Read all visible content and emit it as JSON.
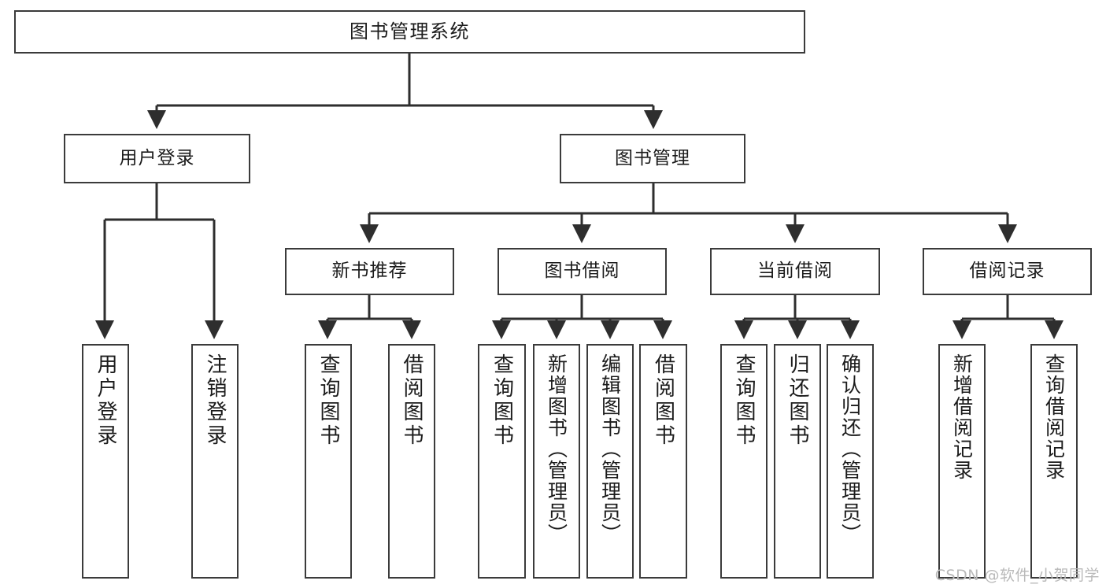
{
  "diagram": {
    "title": "图书管理系统",
    "type": "tree",
    "colors": {
      "box_border": "#3b3b3b",
      "box_fill": "#ffffff",
      "connector": "#2e2e2e",
      "text": "#1b1b1b",
      "watermark": "#b9b9b9",
      "background": "#ffffff"
    },
    "levels": {
      "root": {
        "label": "图书管理系统"
      },
      "level2": [
        {
          "id": "user-login",
          "label": "用户登录"
        },
        {
          "id": "book-manage",
          "label": "图书管理"
        }
      ],
      "level3": [
        {
          "id": "new-book-rec",
          "label": "新书推荐",
          "parent": "book-manage"
        },
        {
          "id": "book-borrow",
          "label": "图书借阅",
          "parent": "book-manage"
        },
        {
          "id": "current-borrow",
          "label": "当前借阅",
          "parent": "book-manage"
        },
        {
          "id": "borrow-record",
          "label": "借阅记录",
          "parent": "book-manage"
        }
      ],
      "leaves": [
        {
          "id": "leaf-user-login",
          "label": "用户登录",
          "parent": "user-login"
        },
        {
          "id": "leaf-logout-login",
          "label": "注销登录",
          "parent": "user-login"
        },
        {
          "id": "leaf-query-book-1",
          "label": "查询图书",
          "parent": "new-book-rec"
        },
        {
          "id": "leaf-borrow-book-1",
          "label": "借阅图书",
          "parent": "new-book-rec"
        },
        {
          "id": "leaf-query-book-2",
          "label": "查询图书",
          "parent": "book-borrow"
        },
        {
          "id": "leaf-add-book",
          "label": "新增图书（管理员）",
          "parent": "book-borrow"
        },
        {
          "id": "leaf-edit-book",
          "label": "编辑图书（管理员）",
          "parent": "book-borrow"
        },
        {
          "id": "leaf-borrow-book-2",
          "label": "借阅图书",
          "parent": "book-borrow"
        },
        {
          "id": "leaf-query-book-3",
          "label": "查询图书",
          "parent": "current-borrow"
        },
        {
          "id": "leaf-return-book",
          "label": "归还图书",
          "parent": "current-borrow"
        },
        {
          "id": "leaf-confirm-return",
          "label": "确认归还（管理员）",
          "parent": "current-borrow"
        },
        {
          "id": "leaf-add-record",
          "label": "新增借阅记录",
          "parent": "borrow-record"
        },
        {
          "id": "leaf-query-record",
          "label": "查询借阅记录",
          "parent": "borrow-record"
        }
      ]
    }
  },
  "watermark": {
    "text": "CSDN @软件_小贺同学"
  }
}
